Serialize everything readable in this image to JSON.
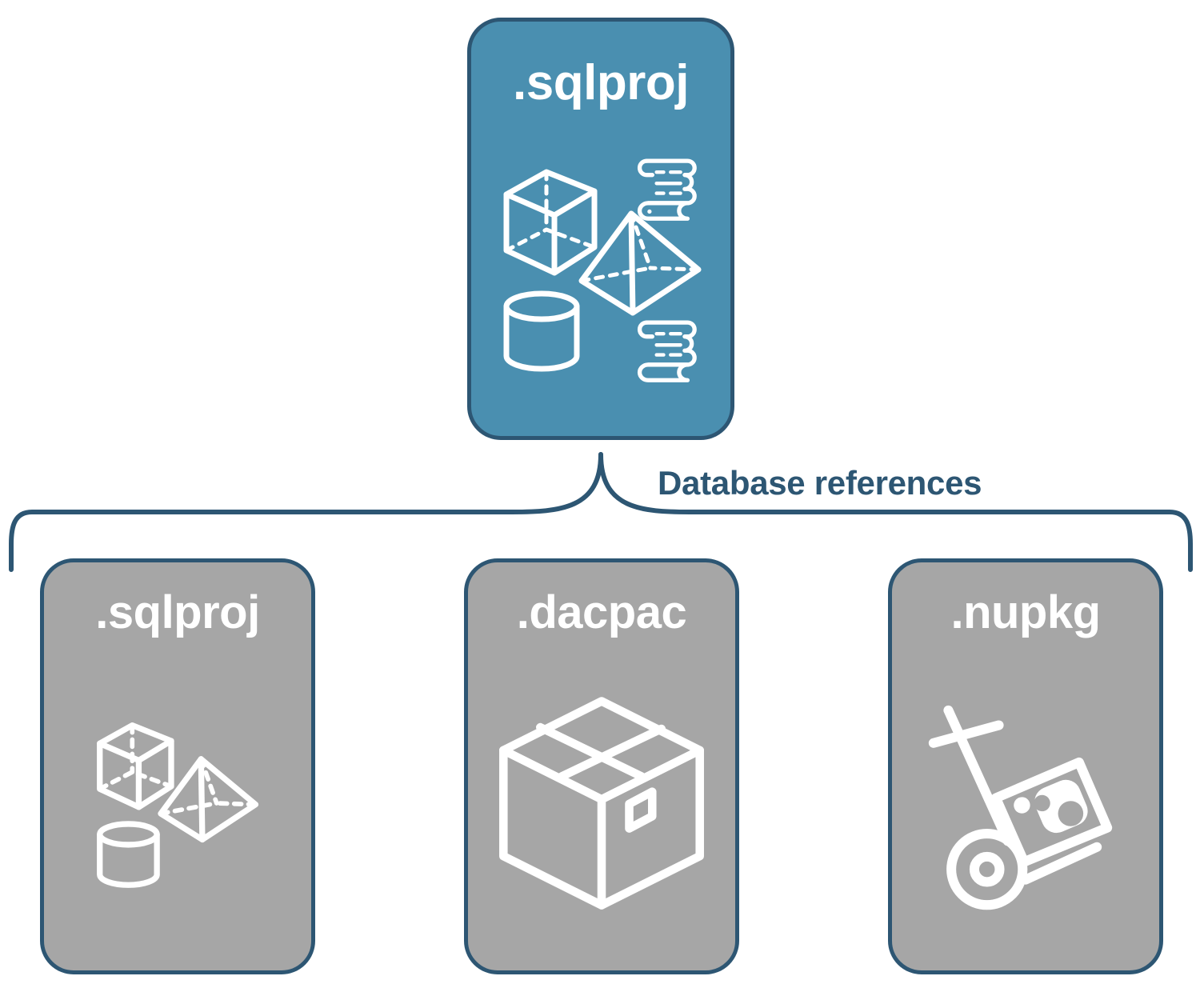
{
  "diagram": {
    "title_root": ".sqlproj",
    "connector_label": "Database references",
    "colors": {
      "primary_fill": "#4A8FB0",
      "secondary_fill": "#A6A6A6",
      "border": "#2D5673",
      "text_on_card": "#FFFFFF",
      "label_text": "#2D5673",
      "background": "#FFFFFF"
    }
  },
  "root_node": {
    "label": ".sqlproj",
    "icons": [
      "wireframe-cube-icon",
      "wireframe-pyramid-icon",
      "wireframe-cylinder-icon",
      "scroll-script-icon",
      "scroll-script-icon"
    ]
  },
  "reference_nodes": [
    {
      "label": ".sqlproj",
      "icons": [
        "wireframe-cube-icon",
        "wireframe-pyramid-icon",
        "wireframe-cylinder-icon"
      ]
    },
    {
      "label": ".dacpac",
      "icons": [
        "package-box-icon"
      ]
    },
    {
      "label": ".nupkg",
      "icons": [
        "nuget-hand-truck-icon"
      ]
    }
  ]
}
